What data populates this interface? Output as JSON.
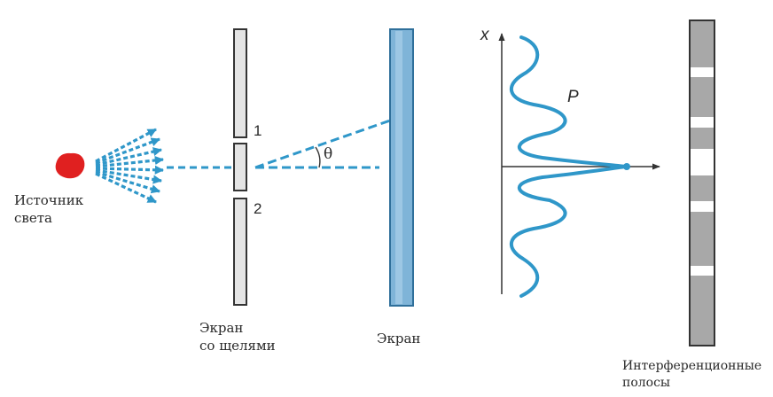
{
  "colors": {
    "wave": "#2f97c9",
    "source": "#e02020",
    "screen_fill": "#7fb4d8",
    "band_gray": "#a8a8a8",
    "band_light": "#ffffff",
    "barrier_fill": "#e4e4e4"
  },
  "labels": {
    "source_line1": "Источник",
    "source_line2": "света",
    "slit_screen_line1": "Экран",
    "slit_screen_line2": "со щелями",
    "screen": "Экран",
    "fringes_line1": "Интерференционные",
    "fringes_line2": "полосы",
    "slit1": "1",
    "slit2": "2",
    "theta": "θ",
    "axis_x": "x",
    "curve_p": "P"
  }
}
